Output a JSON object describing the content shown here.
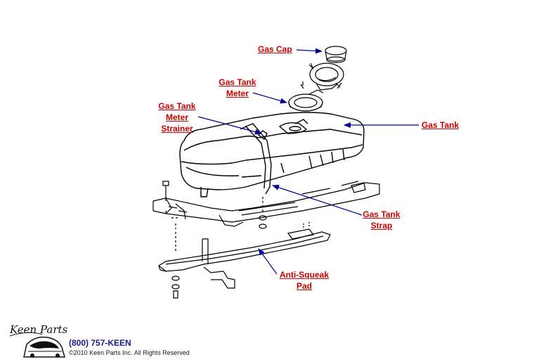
{
  "labels": {
    "gas_cap": "Gas Cap",
    "gas_tank_meter": [
      "Gas Tank",
      "Meter"
    ],
    "gas_tank_meter_strainer": [
      "Gas Tank",
      "Meter",
      "Strainer"
    ],
    "gas_tank": "Gas Tank",
    "gas_tank_strap": [
      "Gas Tank",
      "Strap"
    ],
    "anti_squeak_pad": [
      "Anti-Squeak",
      "Pad"
    ]
  },
  "footer": {
    "logo_text": "Keen Parts",
    "phone": "(800) 757-KEEN",
    "copyright": "©2010 Keen Parts Inc. All Rights Reserved"
  },
  "colors": {
    "label": "#cc0000",
    "arrow": "#000099",
    "line_art": "#000000"
  }
}
